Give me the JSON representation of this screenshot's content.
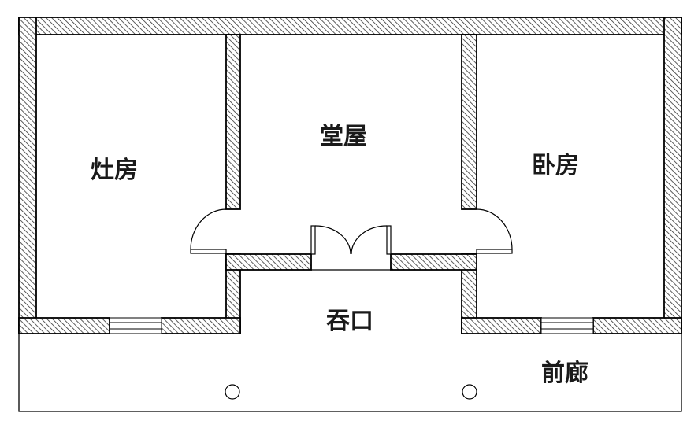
{
  "rooms": {
    "kitchen": "灶房",
    "hall": "堂屋",
    "bedroom": "卧房",
    "entry": "吞口",
    "porch": "前廊"
  },
  "colors": {
    "wall_outline": "#000000",
    "hatch": "#333333",
    "background": "#ffffff"
  }
}
